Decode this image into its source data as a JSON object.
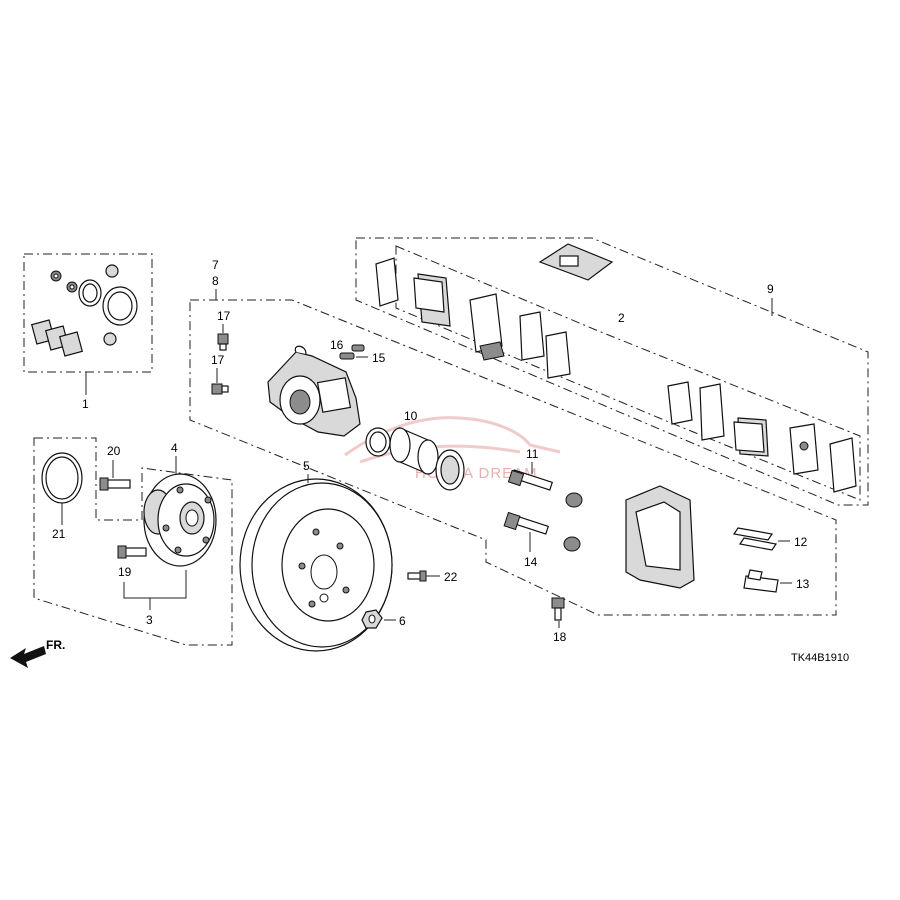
{
  "callouts": {
    "c1": "1",
    "c2": "2",
    "c3": "3",
    "c4": "4",
    "c5": "5",
    "c6": "6",
    "c7": "7",
    "c8": "8",
    "c9": "9",
    "c10": "10",
    "c11": "11",
    "c12": "12",
    "c13": "13",
    "c14": "14",
    "c15": "15",
    "c16": "16",
    "c17a": "17",
    "c17b": "17",
    "c18": "18",
    "c19": "19",
    "c20": "20",
    "c21": "21",
    "c22": "22"
  },
  "front_label": "FR.",
  "diagram_code": "TK44B1910",
  "watermark_text": "HONDA DREAM",
  "colors": {
    "line": "#111111",
    "watermark": "#e08f8f",
    "part_fill": "#d9d9d9"
  }
}
